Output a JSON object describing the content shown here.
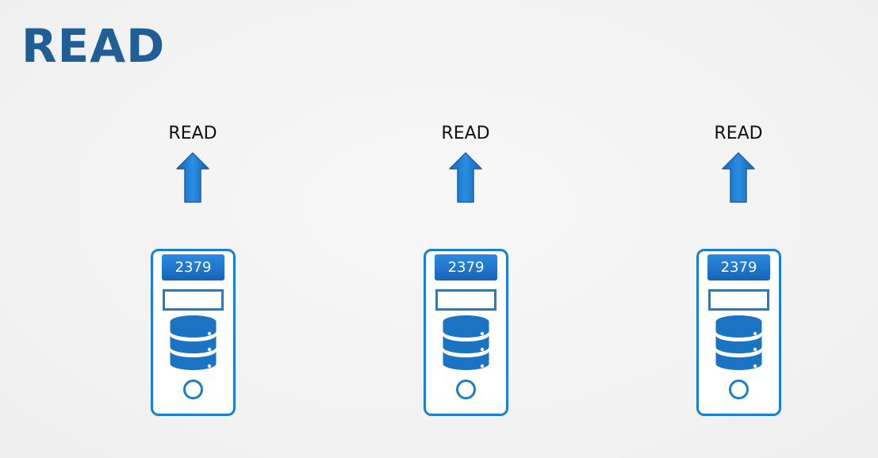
{
  "title": "READ",
  "colors": {
    "title": "#1f5f96",
    "accent": "#1a7fcf",
    "badge": "#1e74c8"
  },
  "nodes": [
    {
      "label": "READ",
      "port": "2379",
      "arrow_icon": "arrow-up-icon",
      "db_icon": "database-icon"
    },
    {
      "label": "READ",
      "port": "2379",
      "arrow_icon": "arrow-up-icon",
      "db_icon": "database-icon"
    },
    {
      "label": "READ",
      "port": "2379",
      "arrow_icon": "arrow-up-icon",
      "db_icon": "database-icon"
    }
  ]
}
